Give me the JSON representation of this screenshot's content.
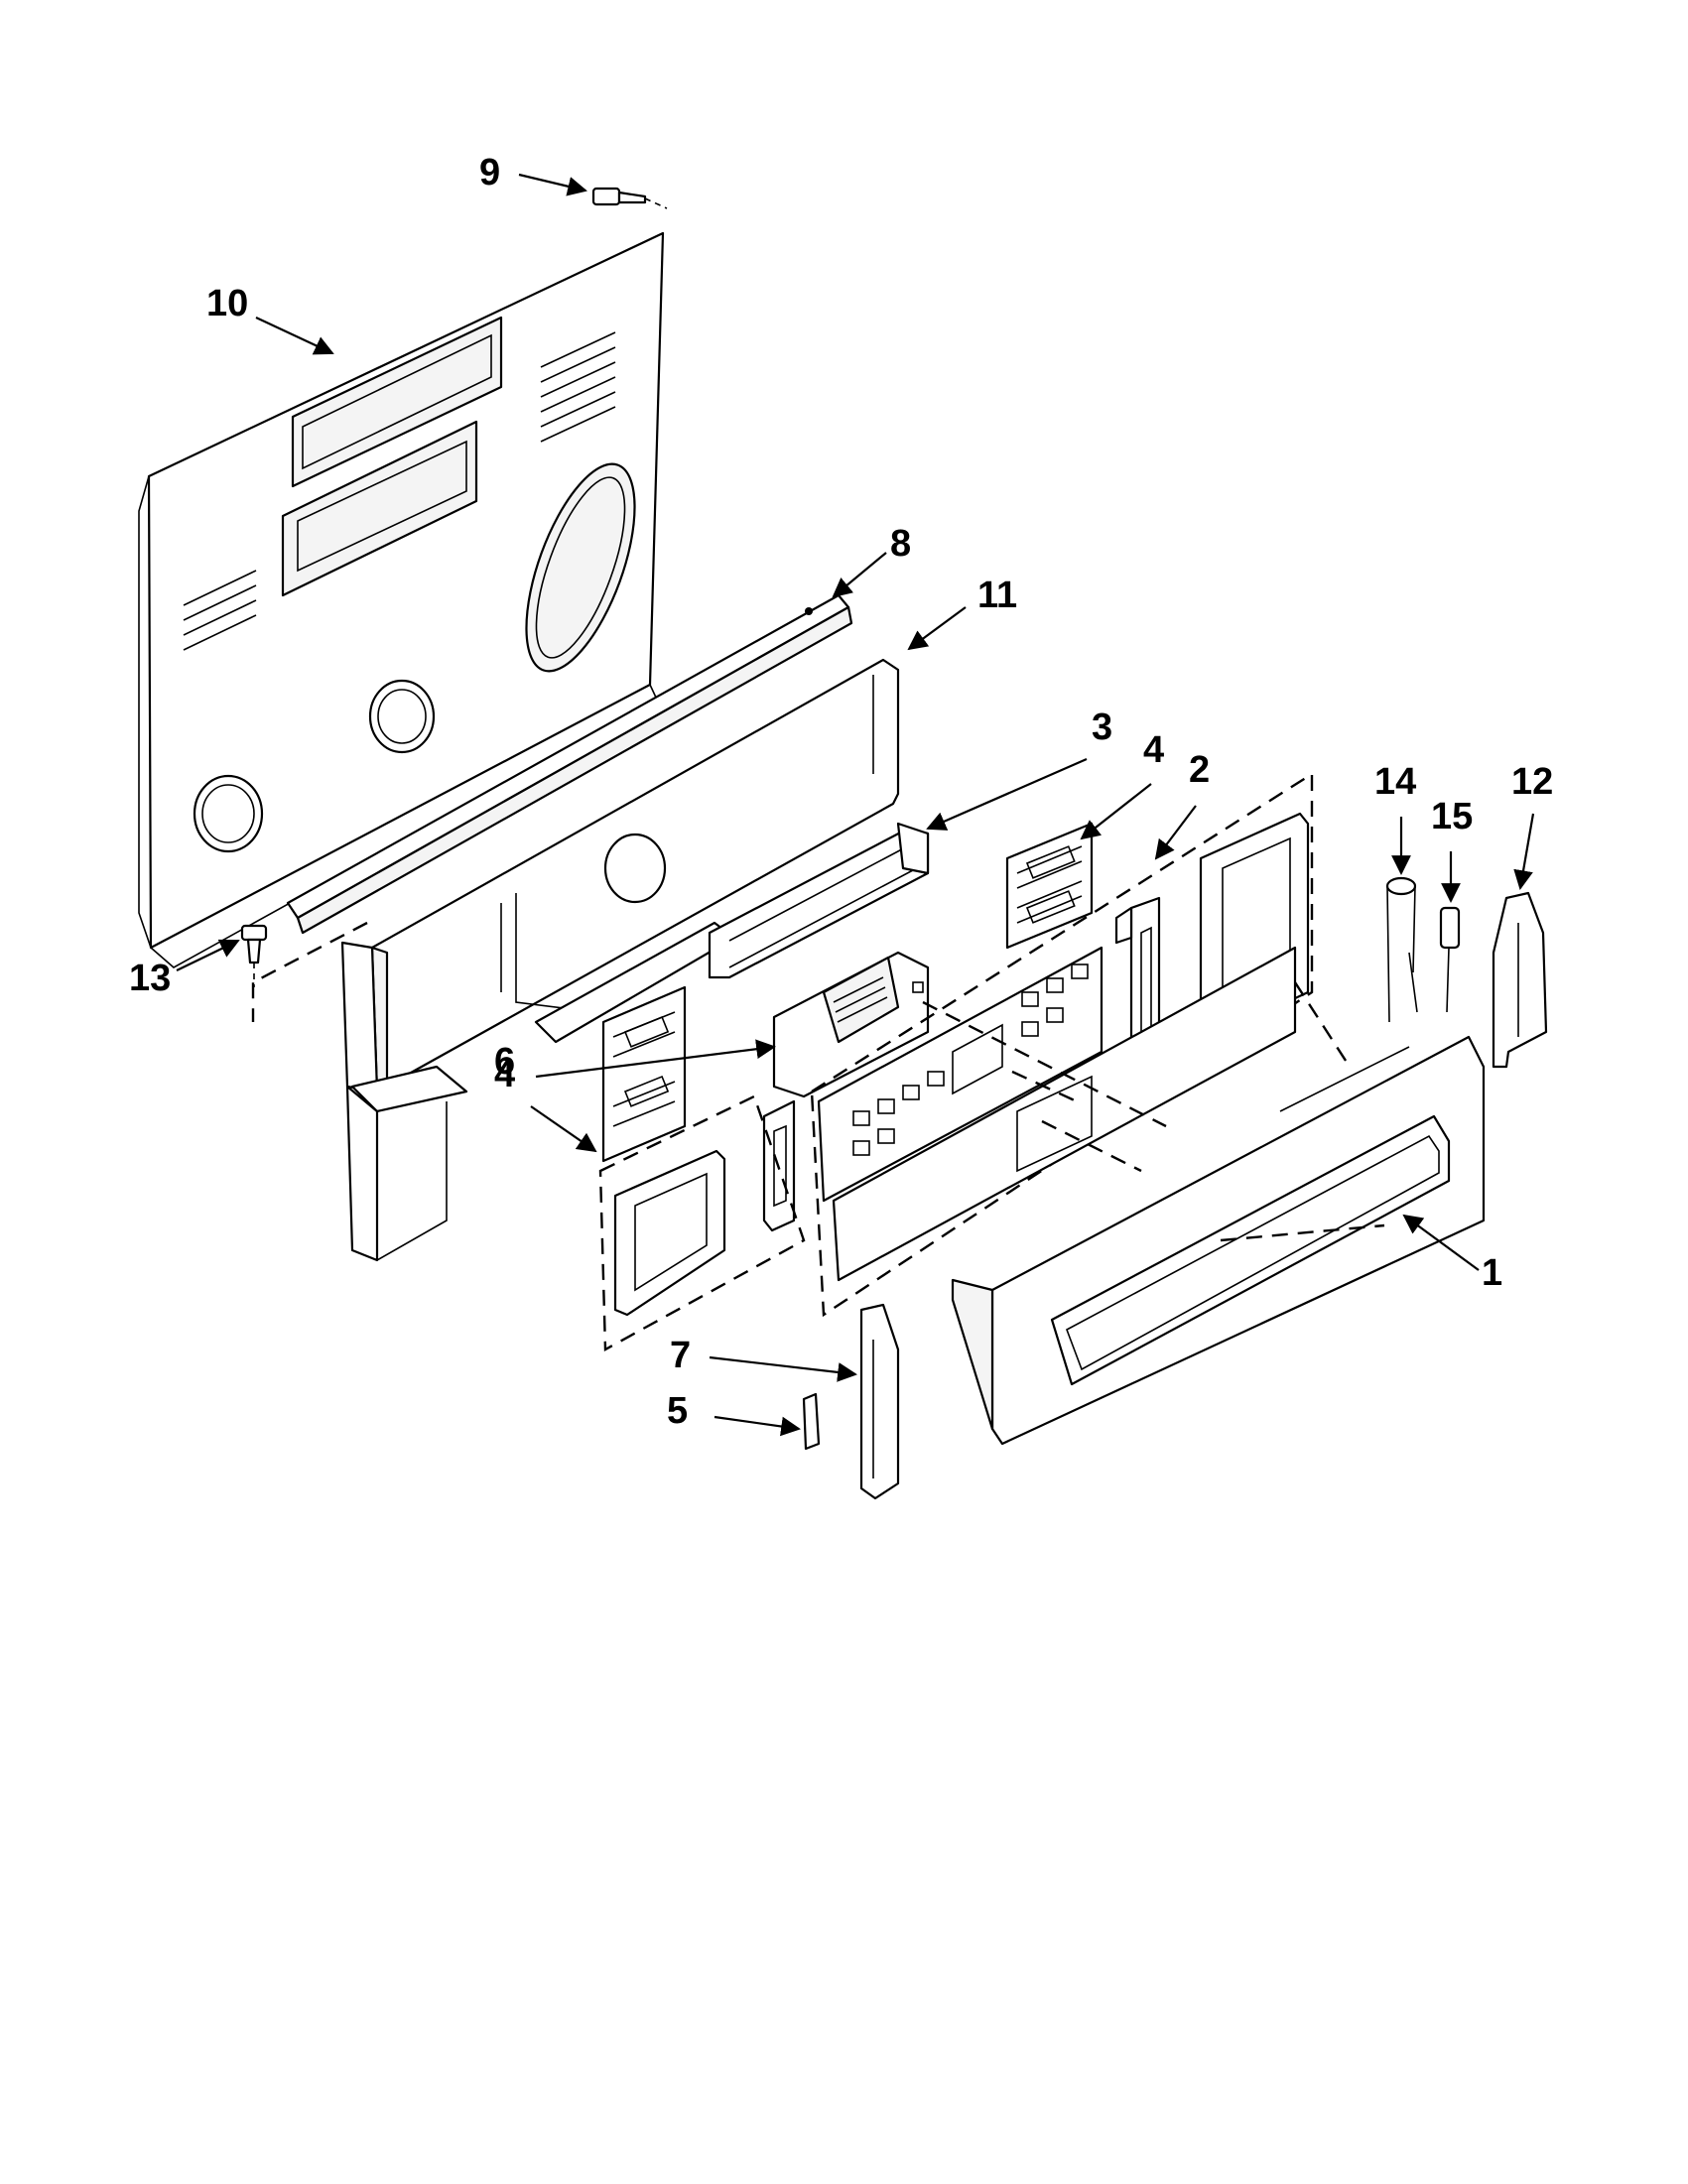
{
  "callouts": [
    {
      "id": "c1",
      "label": "1"
    },
    {
      "id": "c2",
      "label": "2"
    },
    {
      "id": "c3",
      "label": "3"
    },
    {
      "id": "c4a",
      "label": "4"
    },
    {
      "id": "c4b",
      "label": "4"
    },
    {
      "id": "c5",
      "label": "5"
    },
    {
      "id": "c6",
      "label": "6"
    },
    {
      "id": "c7",
      "label": "7"
    },
    {
      "id": "c8",
      "label": "8"
    },
    {
      "id": "c9",
      "label": "9"
    },
    {
      "id": "c10",
      "label": "10"
    },
    {
      "id": "c11",
      "label": "11"
    },
    {
      "id": "c12",
      "label": "12"
    },
    {
      "id": "c13",
      "label": "13"
    },
    {
      "id": "c14",
      "label": "14"
    },
    {
      "id": "c15",
      "label": "15"
    }
  ],
  "colors": {
    "ink": "#000000",
    "paper": "#ffffff"
  }
}
